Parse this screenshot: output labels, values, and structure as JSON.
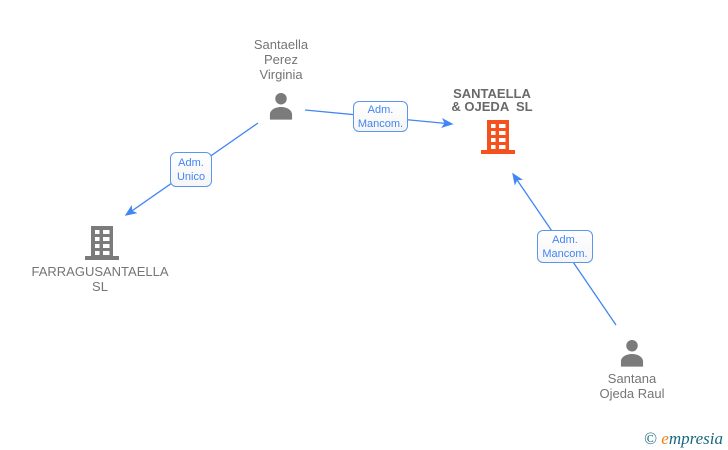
{
  "diagram": {
    "title": "corporate administration network",
    "nodes": [
      {
        "id": "santaella-perez-virginia",
        "type": "person",
        "label": "Santaella\nPerez\nVirginia",
        "highlighted": false
      },
      {
        "id": "santaella-ojeda-sl",
        "type": "company",
        "label": "SANTAELLA\n& OJEDA  SL",
        "highlighted": true
      },
      {
        "id": "farragusantaella-sl",
        "type": "company",
        "label": "FARRAGUSANTAELLA\nSL",
        "highlighted": false
      },
      {
        "id": "santana-ojeda-raul",
        "type": "person",
        "label": "Santana\nOjeda Raul",
        "highlighted": false
      }
    ],
    "edges": [
      {
        "from": "santaella-perez-virginia",
        "to": "santaella-ojeda-sl",
        "label": "Adm.\nMancom."
      },
      {
        "from": "santaella-perez-virginia",
        "to": "farragusantaella-sl",
        "label": "Adm.\nUnico"
      },
      {
        "from": "santana-ojeda-raul",
        "to": "santaella-ojeda-sl",
        "label": "Adm.\nMancom."
      }
    ]
  },
  "colors": {
    "edge_blue": "#4285f4",
    "edge_label_border": "#5a96ee",
    "node_label_gray": "#757575",
    "highlight_orange": "#f4511e",
    "icon_gray": "#7b7b7b",
    "brand_teal": "#17697d",
    "brand_orange": "#ef8018"
  },
  "footer": {
    "copyright": "©",
    "brand_first_letter": "e",
    "brand_rest": "mpresia"
  }
}
